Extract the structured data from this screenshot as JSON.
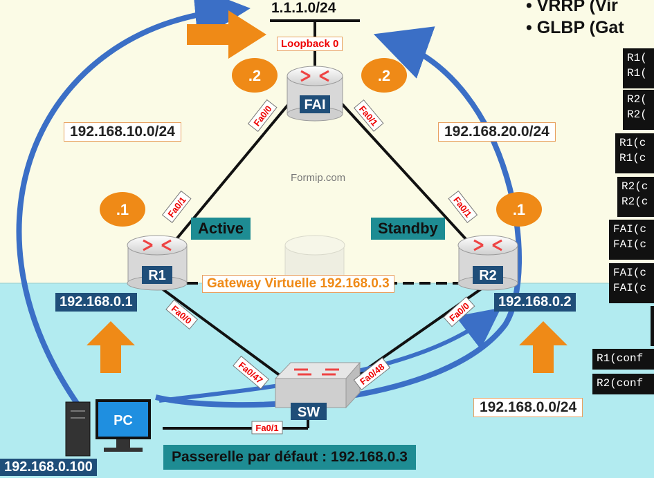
{
  "top": {
    "subnet": "1.1.1.0/24",
    "loopback": "Loopback 0",
    "bullets": [
      "VRRP (Vir",
      "GLBP (Gat"
    ]
  },
  "routers": {
    "fai": {
      "label": "FAI"
    },
    "r1": {
      "label": "R1",
      "ip": "192.168.0.1",
      "role": "Active"
    },
    "r2": {
      "label": "R2",
      "ip": "192.168.0.2",
      "role": "Standby"
    }
  },
  "switch": {
    "label": "SW"
  },
  "pc": {
    "label": "PC",
    "ip": "192.168.0.100",
    "gateway": "Passerelle par défaut : 192.168.0.3"
  },
  "networks": {
    "left": "192.168.10.0/24",
    "right": "192.168.20.0/24",
    "lan": "192.168.0.0/24"
  },
  "virtual_gateway": "Gateway Virtuelle 192.168.0.3",
  "watermark": "Formip.com",
  "host_ids": {
    "fai_left": ".2",
    "fai_right": ".2",
    "r1": ".1",
    "r2": ".1"
  },
  "interfaces": {
    "fai_fa00": "Fa0/0",
    "fai_fa01": "Fa0/1",
    "r1_fa01": "Fa0/1",
    "r2_fa01": "Fa0/1",
    "r1_fa00": "Fa0/0",
    "r2_fa00": "Fa0/0",
    "sw_fa047": "Fa0/47",
    "sw_fa048": "Fa0/48",
    "sw_fa01": "Fa0/1"
  },
  "cli_snippets": [
    "R1(",
    "R1(",
    "R2(",
    "R2(",
    "R1(c",
    "R1(c",
    "R2(c",
    "R2(c",
    "FAI(c",
    "FAI(c",
    "FAI(c",
    "FAI(c",
    "R1(conf",
    "R2(conf"
  ],
  "colors": {
    "accent_orange": "#ef8a17",
    "ip_blue": "#1f4e79",
    "teal": "#1e8c93",
    "arrow_blue": "#3b6fc6",
    "lan_bg": "#b2ebf0"
  }
}
